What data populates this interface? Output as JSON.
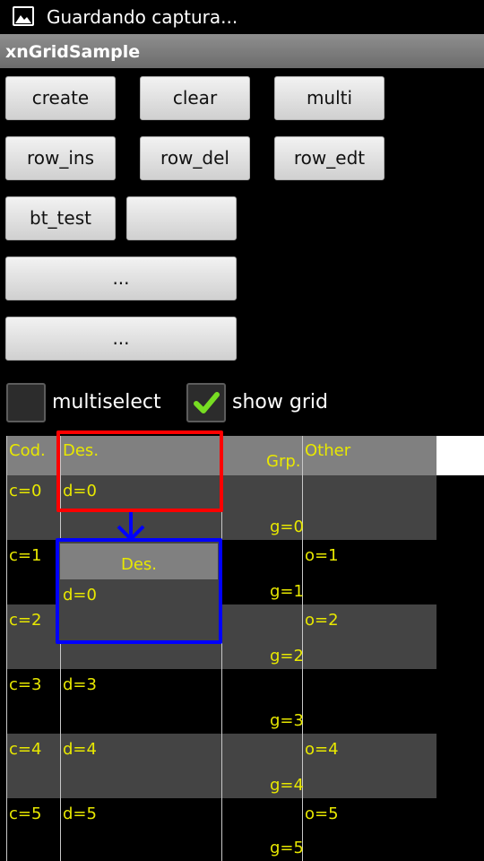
{
  "status_bar": {
    "text": "Guardando captura...",
    "icon": "image-icon"
  },
  "app_title": "xnGridSample",
  "buttons": {
    "create": "create",
    "clear": "clear",
    "multi": "multi",
    "row_ins": "row_ins",
    "row_del": "row_del",
    "row_edt": "row_edt",
    "bt_test": "bt_test",
    "blank": "",
    "dots1": "...",
    "dots2": "..."
  },
  "checkboxes": {
    "multiselect": {
      "label": "multiselect",
      "checked": false
    },
    "show_grid": {
      "label": "show grid",
      "checked": true
    }
  },
  "grid": {
    "headers": {
      "cod": "Cod.",
      "des": "Des.",
      "grp": "Grp.",
      "other": "Other"
    },
    "rows": [
      {
        "c": "c=0",
        "d": "d=0",
        "g": "g=0",
        "o": ""
      },
      {
        "c": "c=1",
        "d": "",
        "g": "g=1",
        "o": "o=1"
      },
      {
        "c": "c=2",
        "d": "",
        "g": "g=2",
        "o": "o=2"
      },
      {
        "c": "c=3",
        "d": "d=3",
        "g": "g=3",
        "o": ""
      },
      {
        "c": "c=4",
        "d": "d=4",
        "g": "g=4",
        "o": "o=4"
      },
      {
        "c": "c=5",
        "d": "d=5",
        "g": "g=5",
        "o": "o=5"
      }
    ],
    "drag_preview": {
      "header": "Des.",
      "value": "d=0"
    }
  },
  "colors": {
    "cell_text": "#e8e800",
    "header_bg": "#808080",
    "band_bg": "#444444",
    "highlight_source": "#ff0000",
    "highlight_target": "#0000ff",
    "check_mark": "#77dd22"
  }
}
